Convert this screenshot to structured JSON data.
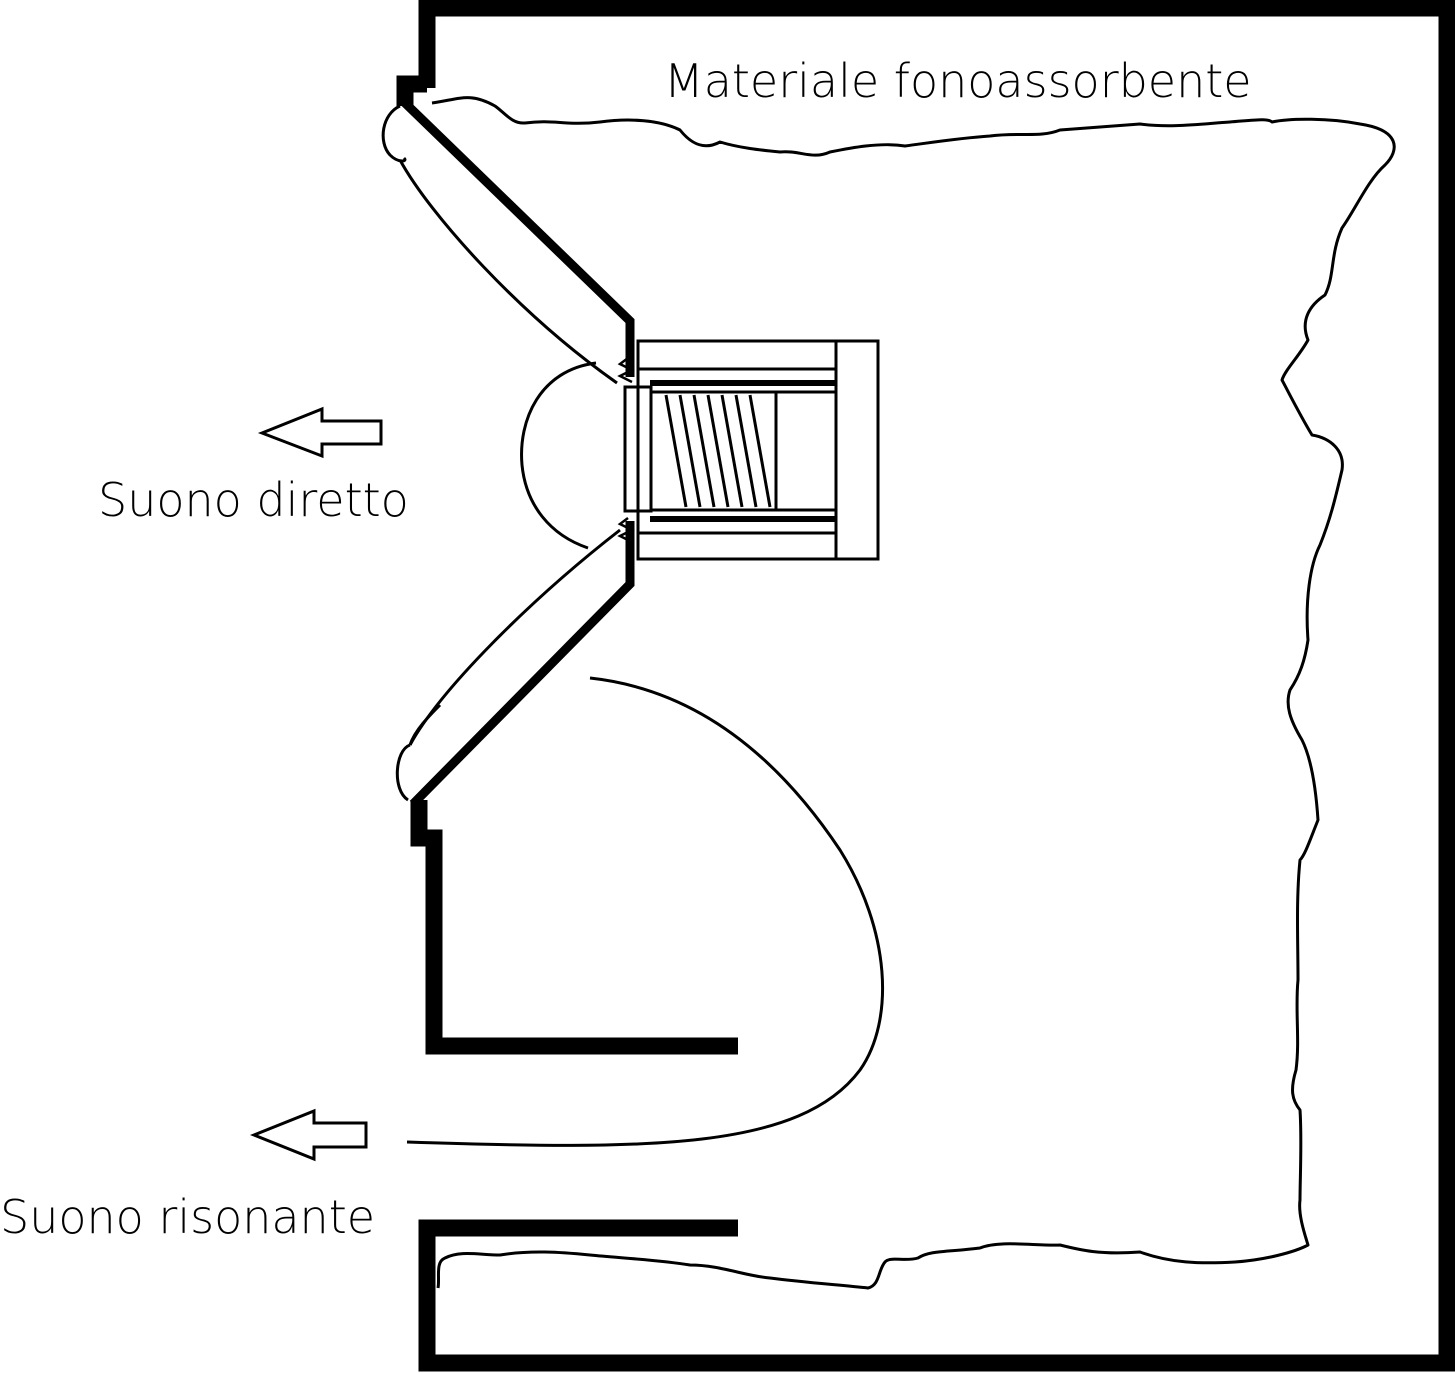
{
  "labels": {
    "absorbent_material": "Materiale fonoassorbente",
    "direct_sound": "Suono diretto",
    "resonant_sound": "Suono risonante"
  },
  "colors": {
    "stroke": "#000000",
    "background": "#ffffff"
  },
  "icons": {
    "direct_arrow": "arrow-left-outline",
    "resonant_arrow": "arrow-left-outline"
  }
}
